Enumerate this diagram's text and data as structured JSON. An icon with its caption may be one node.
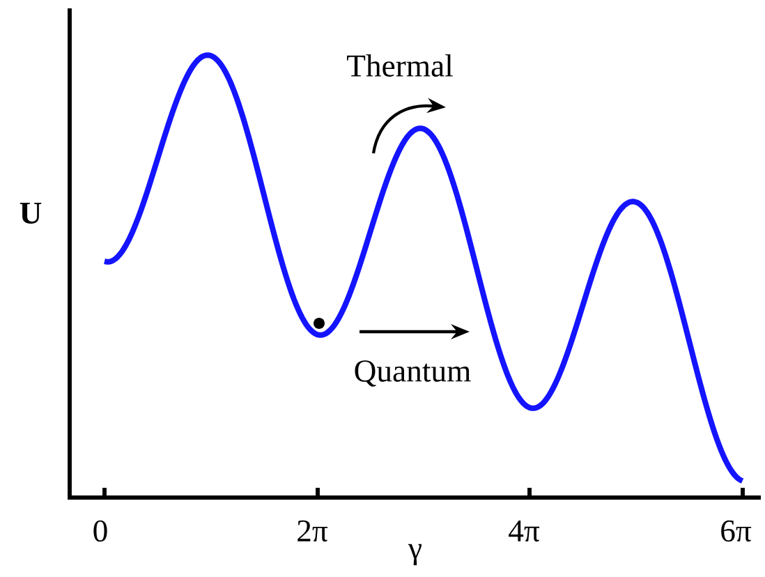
{
  "diagram": {
    "labels": [
      "Thermal",
      "U",
      "Quantum",
      "0",
      "2π",
      "4π",
      "6π",
      "γ"
    ]
  }
}
